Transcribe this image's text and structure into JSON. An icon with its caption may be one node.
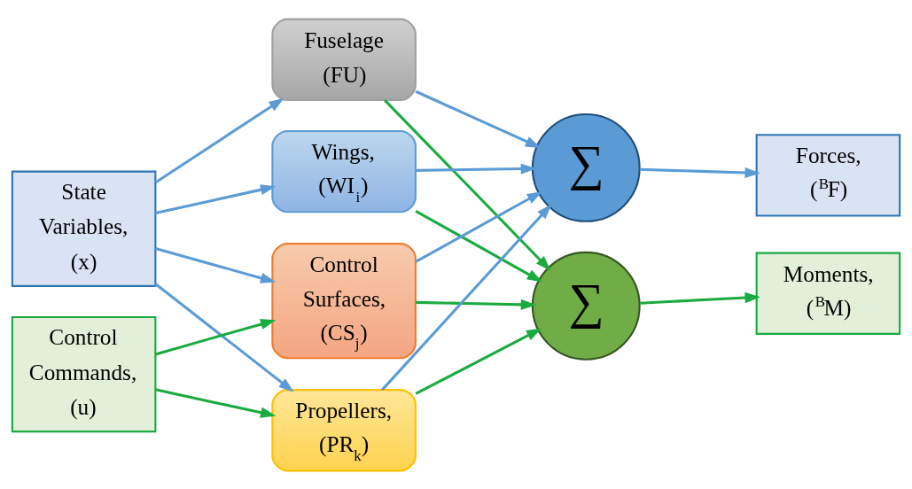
{
  "diagram": {
    "nodes": [
      {
        "text": [
          "State Variables, (x)"
        ]
      },
      {
        "text": [
          "Control Commands, (u)"
        ]
      },
      {
        "text": [
          "Fuselage (FU)"
        ]
      },
      {
        "text": [
          "Wings, (WI$_{i}$)"
        ]
      },
      {
        "text": [
          "Control Surfaces, (CS$_{j}$)"
        ]
      },
      {
        "text": [
          "Propellers, (PR$_{k}$)"
        ]
      },
      {
        "text": [
          "∑"
        ]
      },
      {
        "text": [
          "∑"
        ]
      },
      {
        "text": [
          "Forces, ($^{B}$F)"
        ]
      },
      {
        "text": [
          "Moments, ($^{B}$M)"
        ]
      }
    ],
    "edges": [
      {
        "from": 0,
        "to": 2,
        "arrow": "to"
      },
      {
        "from": 0,
        "to": 3,
        "arrow": "to"
      },
      {
        "from": 0,
        "to": 4,
        "arrow": "to"
      },
      {
        "from": 0,
        "to": 5,
        "arrow": "to"
      },
      {
        "from": 1,
        "to": 4,
        "arrow": "to",
        "color": "#1aab40"
      },
      {
        "from": 1,
        "to": 5,
        "arrow": "to",
        "color": "#1aab40"
      },
      {
        "from": 2,
        "to": 6,
        "arrow": "to"
      },
      {
        "from": 2,
        "to": 7,
        "arrow": "to",
        "color": "#1aab40"
      },
      {
        "from": 3,
        "to": 6,
        "arrow": "to"
      },
      {
        "from": 3,
        "to": 7,
        "arrow": "to",
        "color": "#1aab40"
      },
      {
        "from": 4,
        "to": 6,
        "arrow": "to"
      },
      {
        "from": 4,
        "to": 7,
        "arrow": "to",
        "color": "#1aab40"
      },
      {
        "from": 5,
        "to": 6,
        "arrow": "to"
      },
      {
        "from": 5,
        "to": 7,
        "arrow": "to",
        "color": "#1aab40"
      },
      {
        "from": 6,
        "to": 8,
        "arrow": "to"
      },
      {
        "from": 7,
        "to": 9,
        "arrow": "to",
        "color": "#1aab40"
      }
    ]
  }
}
